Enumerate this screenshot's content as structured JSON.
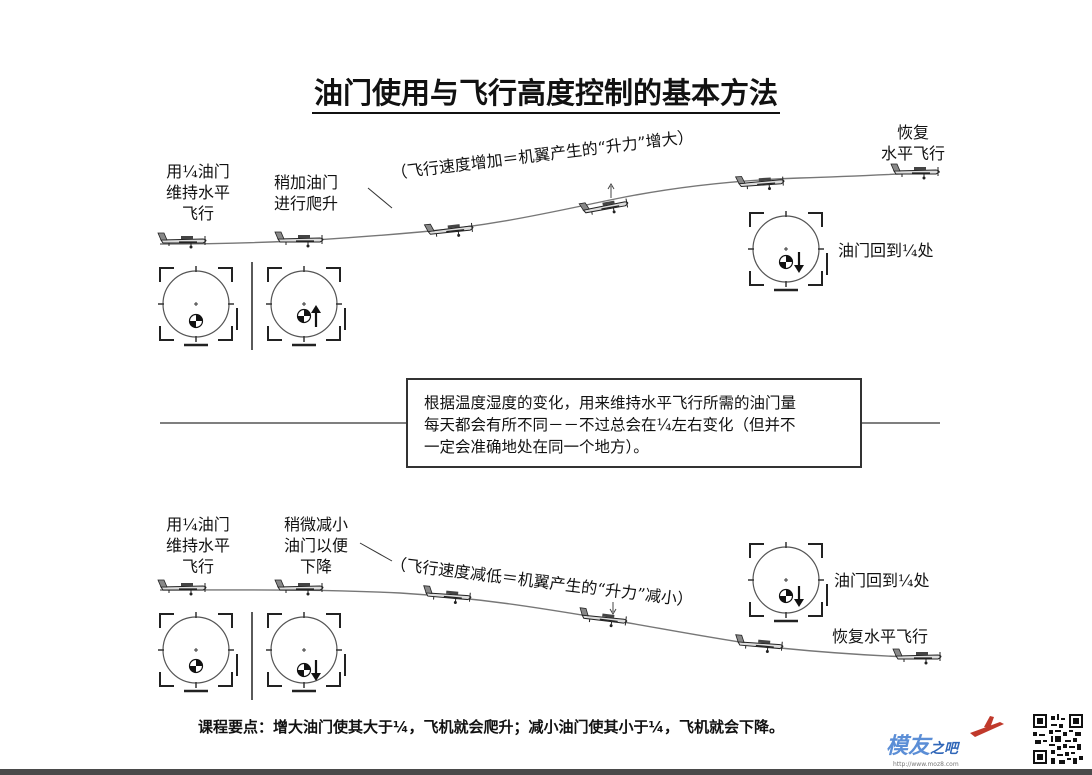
{
  "title": "油门使用与飞行高度控制的基本方法",
  "top": {
    "label_level": [
      "用¼油门",
      "维持水平",
      "飞行"
    ],
    "label_climb": [
      "稍加油门",
      "进行爬升"
    ],
    "annotation": "（飞行速度增加＝机翼产生的“升力”增大）",
    "label_resume": [
      "恢复",
      "水平飞行"
    ],
    "label_throttle_back": "油门回到¼处"
  },
  "note": {
    "lines": [
      "根据温度湿度的变化，用来维持水平飞行所需的油门量",
      "每天都会有所不同－－不过总会在¼左右变化（但并不",
      "一定会准确地处在同一个地方）。"
    ]
  },
  "bottom": {
    "label_level": [
      "用¼油门",
      "维持水平",
      "飞行"
    ],
    "label_descend": [
      "稍微减小",
      "油门以便",
      "下降"
    ],
    "annotation": "（飞行速度减低＝机翼产生的“升力”减小）",
    "label_throttle_back": "油门回到¼处",
    "label_resume": "恢复水平飞行"
  },
  "footer": "课程要点：增大油门使其大于¼，飞机就会爬升；减小油门使其小于¼，飞机就会下降。",
  "logo": {
    "text": "模友",
    "suffix": "之吧",
    "url": "http://www.moz8.com"
  },
  "icons": [
    "airplane-icon",
    "transmitter-stick-icon",
    "arrow-up-icon",
    "arrow-down-icon",
    "qr-code-icon"
  ]
}
